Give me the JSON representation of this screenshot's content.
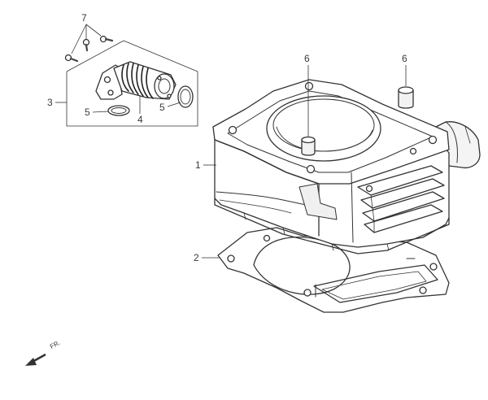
{
  "diagram": {
    "callouts": {
      "c1": "1",
      "c2": "2",
      "c3": "3",
      "c4": "4",
      "c5a": "5",
      "c5b": "5",
      "c6a": "6",
      "c6b": "6",
      "c7": "7"
    },
    "direction_label": "FR.",
    "colors": {
      "line": "#333333",
      "fill": "#ffffff",
      "shade": "#dcdcdc",
      "label": "#3a3a3a"
    },
    "parts": [
      "cylinder-block",
      "cylinder-base-gasket",
      "intake-manifold-assembly",
      "intake-manifold",
      "o-ring",
      "dowel-pin",
      "bolt"
    ]
  }
}
